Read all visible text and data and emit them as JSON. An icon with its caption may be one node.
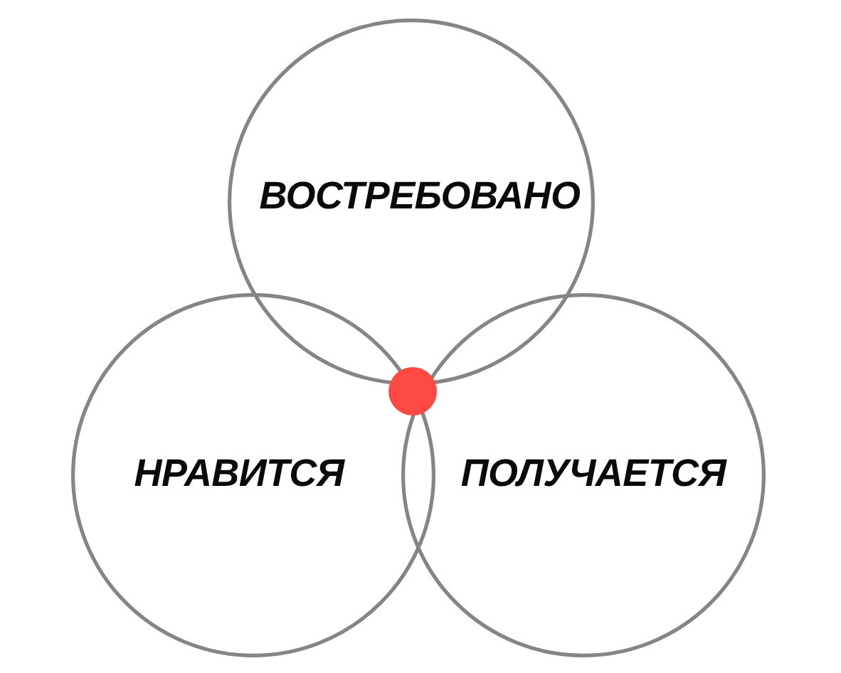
{
  "diagram": {
    "nodes": [
      {
        "text": [
          "ВОСТРЕБОВАНО"
        ]
      },
      {
        "text": [
          "НРАВИТСЯ"
        ]
      },
      {
        "text": [
          "ПОЛУЧАЕТСЯ"
        ]
      },
      {
        "text": [],
        "shape": "circle"
      }
    ]
  }
}
